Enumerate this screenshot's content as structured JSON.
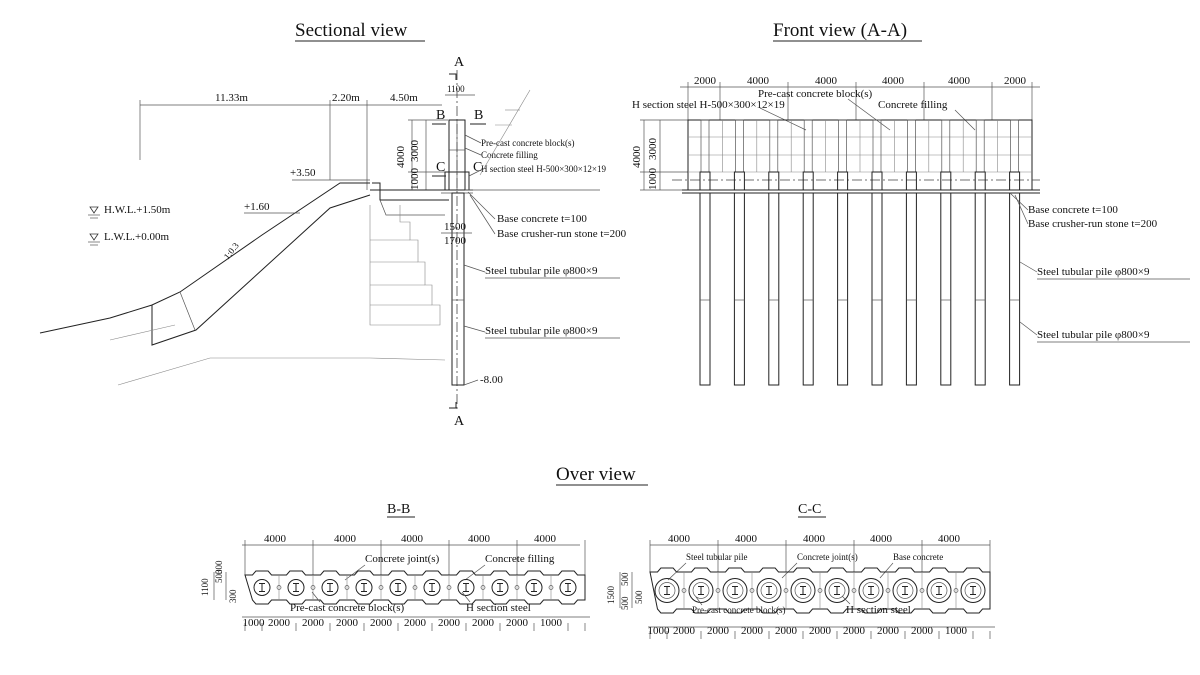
{
  "titles": {
    "sectional": "Sectional view",
    "front": "Front view (A-A)",
    "over": "Over view",
    "bb": "B-B",
    "cc": "C-C"
  },
  "sectional": {
    "dims_top": [
      "11.33m",
      "2.20m",
      "4.50m"
    ],
    "dim_1100": "1100",
    "sec_a": "A",
    "sec_b": "B",
    "sec_c": "C",
    "vert_dims": [
      "4000",
      "1000",
      "3000"
    ],
    "levels": {
      "p350": "+3.50",
      "p160": "+1.60",
      "m800": "-8.00"
    },
    "hwl": "H.W.L.+1.50m",
    "lwl": "L.W.L.+0.00m",
    "slope": "1:0.3",
    "labels": {
      "precast": "Pre-cast concrete block(s)",
      "filling": "Concrete filling",
      "hsteel": "H section steel H-500×300×12×19",
      "base_concrete": "Base concrete t=100",
      "crusher": "Base crusher-run stone t=200",
      "pile1": "Steel tubular pile  φ800×9",
      "pile2": "Steel tubular pile  φ800×9"
    },
    "dim_1500": "1500",
    "dim_1700": "1700"
  },
  "front": {
    "top_dims": [
      "2000",
      "4000",
      "4000",
      "4000",
      "4000",
      "2000"
    ],
    "vert_dims": [
      "4000",
      "3000",
      "1000"
    ],
    "labels": {
      "hsteel": "H section steel  H-500×300×12×19",
      "precast": "Pre-cast concrete block(s)",
      "filling": "Concrete filling",
      "base_concrete": "Base concrete t=100",
      "crusher": "Base crusher-run stone t=200",
      "pile1": "Steel tubular pile  φ800×9",
      "pile2": "Steel tubular pile  φ800×9"
    }
  },
  "bb": {
    "top_dims": [
      "4000",
      "4000",
      "4000",
      "4000",
      "4000"
    ],
    "bottom_dims": [
      "1000",
      "2000",
      "2000",
      "2000",
      "2000",
      "2000",
      "2000",
      "2000",
      "2000",
      "1000"
    ],
    "left_dims": [
      "1100",
      "500",
      "300",
      "300"
    ],
    "labels": {
      "joint": "Concrete joint(s)",
      "filling": "Concrete filling",
      "precast": "Pre-cast concrete block(s)",
      "hsteel": "H section steel"
    }
  },
  "cc": {
    "top_dims": [
      "4000",
      "4000",
      "4000",
      "4000",
      "4000"
    ],
    "bottom_dims": [
      "1000",
      "2000",
      "2000",
      "2000",
      "2000",
      "2000",
      "2000",
      "2000",
      "2000",
      "1000"
    ],
    "left_dims": [
      "1500",
      "500",
      "500",
      "500"
    ],
    "labels": {
      "pile": "Steel tubular pile",
      "joint": "Concrete joint(s)",
      "base": "Base concrete",
      "precast": "Pre-cast concrete block(s)",
      "hsteel": "H section steel"
    }
  }
}
